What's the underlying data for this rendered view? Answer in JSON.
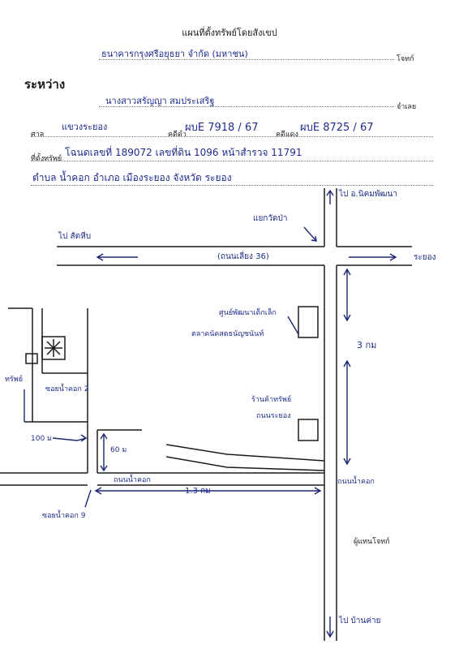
{
  "header": {
    "title": "แผนที่ตั้งทรัพย์โดยสังเขป"
  },
  "parties": {
    "between_label": "ระหว่าง",
    "plaintiff_name": "ธนาคารกรุงศรีอยุธยา จำกัด (มหาชน)",
    "plaintiff_role": "โจทก์",
    "defendant_name": "นางสาวสรัญญา สมประเสริฐ",
    "defendant_role": "จำเลย"
  },
  "case": {
    "court_label": "ศาล",
    "court_value": "แขวงระยอง",
    "black_no_label": "คดีดำ",
    "black_no_value": "ผบE 7918 / 67",
    "red_no_label": "คดีแดง",
    "red_no_value": "ผบE 8725 / 67"
  },
  "property": {
    "location_label": "ที่ตั้งทรัพย์",
    "deed_line": "โฉนดเลขที่ 189072 เลขที่ดิน 1096 หน้าสำรวจ 11791",
    "address_line": "ตำบล น้ำคอก อำเภอ เมืองระยอง จังหวัด ระยอง"
  },
  "map": {
    "label_nikhom": "ไป อ.นิคมพัฒนา",
    "label_yaek": "แยกวัดป่า",
    "label_sattahip": "ไป สัตหีบ",
    "label_rayong": "ระยอง",
    "label_road36": "(ถนนเลี่ยง 36)",
    "label_school": "ศูนย์พัฒนาเด็กเล็ก",
    "label_school2": "ตลาดนัดสดธนัญชนันท์",
    "label_3km": "3 กม",
    "label_market": "ร้านค้าทรัพย์",
    "label_market2": "ถนนระยอง",
    "label_subject": "ทรัพย์",
    "label_soi2": "ซอยน้ำคอก 2",
    "label_100m": "100 ม",
    "label_60m": "60 ม",
    "label_road_bottom": "ถนนน้ำคอก",
    "label_1_3km": "1.3 กม",
    "label_soi9": "ซอยน้ำคอก 9",
    "label_right_road": "ถนนน้ำคอก",
    "label_plaintiff_rep": "ผู้แทนโจทก์",
    "label_to_bottom": "ไป บ้านค่าย"
  }
}
